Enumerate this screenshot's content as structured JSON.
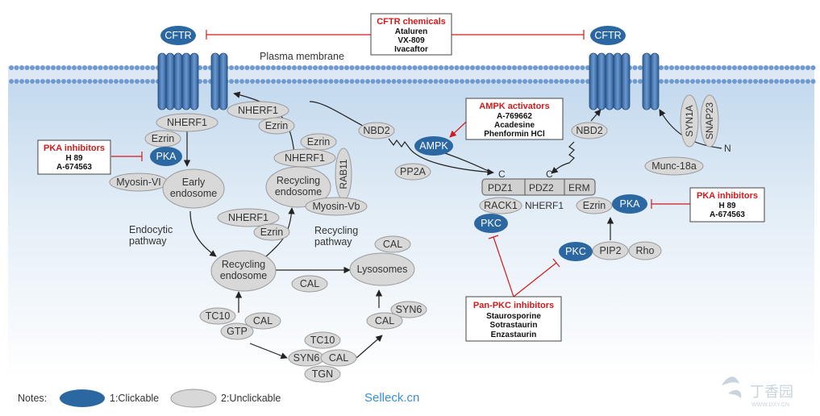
{
  "membrane_label": "Plasma membrane",
  "colors": {
    "clickable": "#2b67a1",
    "unclickable": "#d8d8d8",
    "inhibitor_text": "#d11b1b",
    "membrane": "#6f9bd1",
    "channel": "#4a78b2"
  },
  "nodes": {
    "cftr_left": "CFTR",
    "cftr_right": "CFTR",
    "pka_left": "PKA",
    "pka_right": "PKA",
    "ampk": "AMPK",
    "pkc_top": "PKC",
    "pkc_bottom": "PKC",
    "nherf1_a": "NHERF1",
    "nherf1_b": "NHERF1",
    "nherf1_c": "NHERF1",
    "nherf1_d": "NHERF1",
    "ezrin_a": "Ezrin",
    "ezrin_b": "Ezrin",
    "ezrin_c": "Ezrin",
    "ezrin_d": "Ezrin",
    "ezrin_e": "Ezrin",
    "myosin_vi": "Myosin-VI",
    "early_endosome": "Early\nendosome",
    "recycling_endosome_top": "Recycling\nendosome",
    "rab11": "RAB11",
    "myosin_vb": "Myosin-Vb",
    "recycling_endosome_bottom": "Recycling\nendosome",
    "cal_a": "CAL",
    "cal_b": "CAL",
    "cal_c": "CAL",
    "cal_d": "CAL",
    "cal_e": "CAL",
    "lysosomes": "Lysosomes",
    "tc10_a": "TC10",
    "tc10_b": "TC10",
    "gtp": "GTP",
    "syn6_a": "SYN6",
    "syn6_b": "SYN6",
    "tgn": "TGN",
    "nbd2_left": "NBD2",
    "nbd2_right": "NBD2",
    "pp2a": "PP2A",
    "rack1": "RACK1",
    "pip2": "PIP2",
    "rho": "Rho",
    "syn1a": "SYN1A",
    "snap23": "SNAP23",
    "munc18a": "Munc-18a"
  },
  "scaffold": {
    "pdz1": "PDZ1",
    "pdz2": "PDZ2",
    "erm": "ERM",
    "label": "NHERF1",
    "c_left": "C",
    "c_right": "C",
    "n_label": "N"
  },
  "labels": {
    "endocytic_pathway": "Endocytic\npathway",
    "recycling_pathway": "Recycling\npathway"
  },
  "inhibitor_boxes": {
    "cftr_chemicals": {
      "title": "CFTR chemicals",
      "items": [
        "Ataluren",
        "VX-809",
        "Ivacaftor"
      ]
    },
    "ampk_activators": {
      "title": "AMPK activators",
      "items": [
        "A-769662",
        "Acadesine",
        "Phenformin HCl"
      ]
    },
    "pka_inhibitors_left": {
      "title": "PKA inhibitors",
      "items": [
        "H 89",
        "A-674563"
      ]
    },
    "pka_inhibitors_right": {
      "title": "PKA inhibitors",
      "items": [
        "H 89",
        "A-674563"
      ]
    },
    "pan_pkc_inhibitors": {
      "title": "Pan-PKC inhibitors",
      "items": [
        "Staurosporine",
        "Sotrastaurin",
        "Enzastaurin"
      ]
    }
  },
  "legend": {
    "notes": "Notes:",
    "clickable": "1:Clickable",
    "unclickable": "2:Unclickable"
  },
  "watermark": "Selleck.cn",
  "logo_text": "丁香园",
  "logo_sub": "WWW.DXY.CN"
}
